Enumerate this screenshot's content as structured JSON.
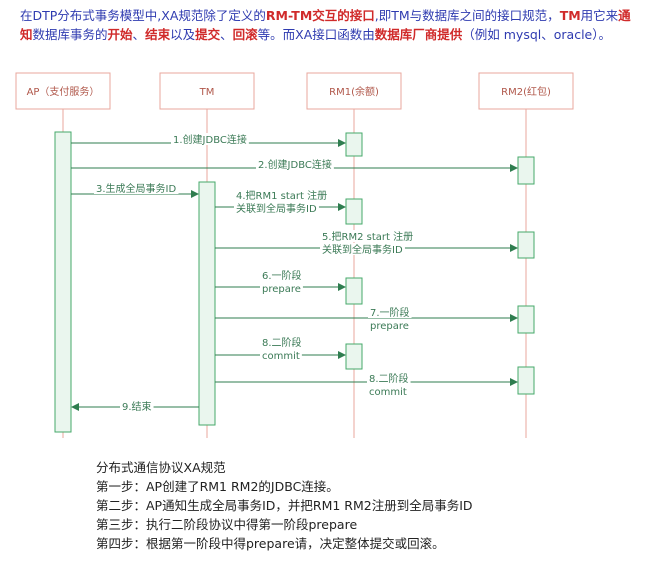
{
  "intro": {
    "segments": [
      {
        "text": "在DTP分布式事务模型中,XA规范除了定义的",
        "hl": false
      },
      {
        "text": "RM-TM交互的接口",
        "hl": true
      },
      {
        "text": ",即TM与数据库之间的接口规范，",
        "hl": false
      },
      {
        "text": "TM",
        "hl": true
      },
      {
        "text": "用它来",
        "hl": false
      },
      {
        "text": "通知",
        "hl": true
      },
      {
        "text": "数据库事务的",
        "hl": false
      },
      {
        "text": "开始",
        "hl": true
      },
      {
        "text": "、",
        "hl": false
      },
      {
        "text": "结束",
        "hl": true
      },
      {
        "text": "以及",
        "hl": false
      },
      {
        "text": "提交",
        "hl": true
      },
      {
        "text": "、",
        "hl": false
      },
      {
        "text": "回滚",
        "hl": true
      },
      {
        "text": "等。而XA接口函数由",
        "hl": false
      },
      {
        "text": "数据库厂商提供",
        "hl": true
      },
      {
        "text": "（例如 mysql、oracle）。",
        "hl": false
      }
    ]
  },
  "participants": [
    {
      "id": "ap",
      "label": "AP（支付服务）"
    },
    {
      "id": "tm",
      "label": "TM"
    },
    {
      "id": "rm1",
      "label": "RM1(余额)"
    },
    {
      "id": "rm2",
      "label": "RM2(红包)"
    }
  ],
  "messages": [
    {
      "n": 1,
      "from": "ap",
      "to": "rm1",
      "lines": [
        "1.创建JDBC连接"
      ]
    },
    {
      "n": 2,
      "from": "ap",
      "to": "rm2",
      "lines": [
        "2.创建JDBC连接"
      ]
    },
    {
      "n": 3,
      "from": "ap",
      "to": "tm",
      "lines": [
        "3.生成全局事务ID"
      ]
    },
    {
      "n": 4,
      "from": "tm",
      "to": "rm1",
      "lines": [
        "4.把RM1 start 注册",
        "关联到全局事务ID"
      ]
    },
    {
      "n": 5,
      "from": "tm",
      "to": "rm2",
      "lines": [
        "5.把RM2 start 注册",
        "关联到全局事务ID"
      ]
    },
    {
      "n": 6,
      "from": "tm",
      "to": "rm1",
      "lines": [
        "6.一阶段",
        "prepare"
      ]
    },
    {
      "n": 7,
      "from": "tm",
      "to": "rm2",
      "lines": [
        "7.一阶段",
        "prepare"
      ]
    },
    {
      "n": 8,
      "from": "tm",
      "to": "rm1",
      "lines": [
        "8.二阶段",
        "commit"
      ]
    },
    {
      "n": 9,
      "from": "tm",
      "to": "rm2",
      "lines": [
        "8.二阶段",
        "commit"
      ]
    },
    {
      "n": 10,
      "from": "tm",
      "to": "ap",
      "lines": [
        "9.结束"
      ]
    }
  ],
  "steps": {
    "title": "分布式通信协议XA规范",
    "items": [
      "第一步：AP创建了RM1  RM2的JDBC连接。",
      "第二步：AP通知生成全局事务ID，并把RM1 RM2注册到全局事务ID",
      "第三步：执行二阶段协议中得第一阶段prepare",
      "第四步：根据第一阶段中得prepare请，决定整体提交或回滚。"
    ]
  },
  "colors": {
    "intro_text": "#2f3bb0",
    "highlight": "#d02a2a",
    "header_border": "#e8a79d",
    "lifeline": "#e8a79d",
    "activation_fill": "#eaf6ee",
    "activation_border": "#46a86a",
    "arrow": "#2f7d4f",
    "label": "#3b7a56"
  }
}
